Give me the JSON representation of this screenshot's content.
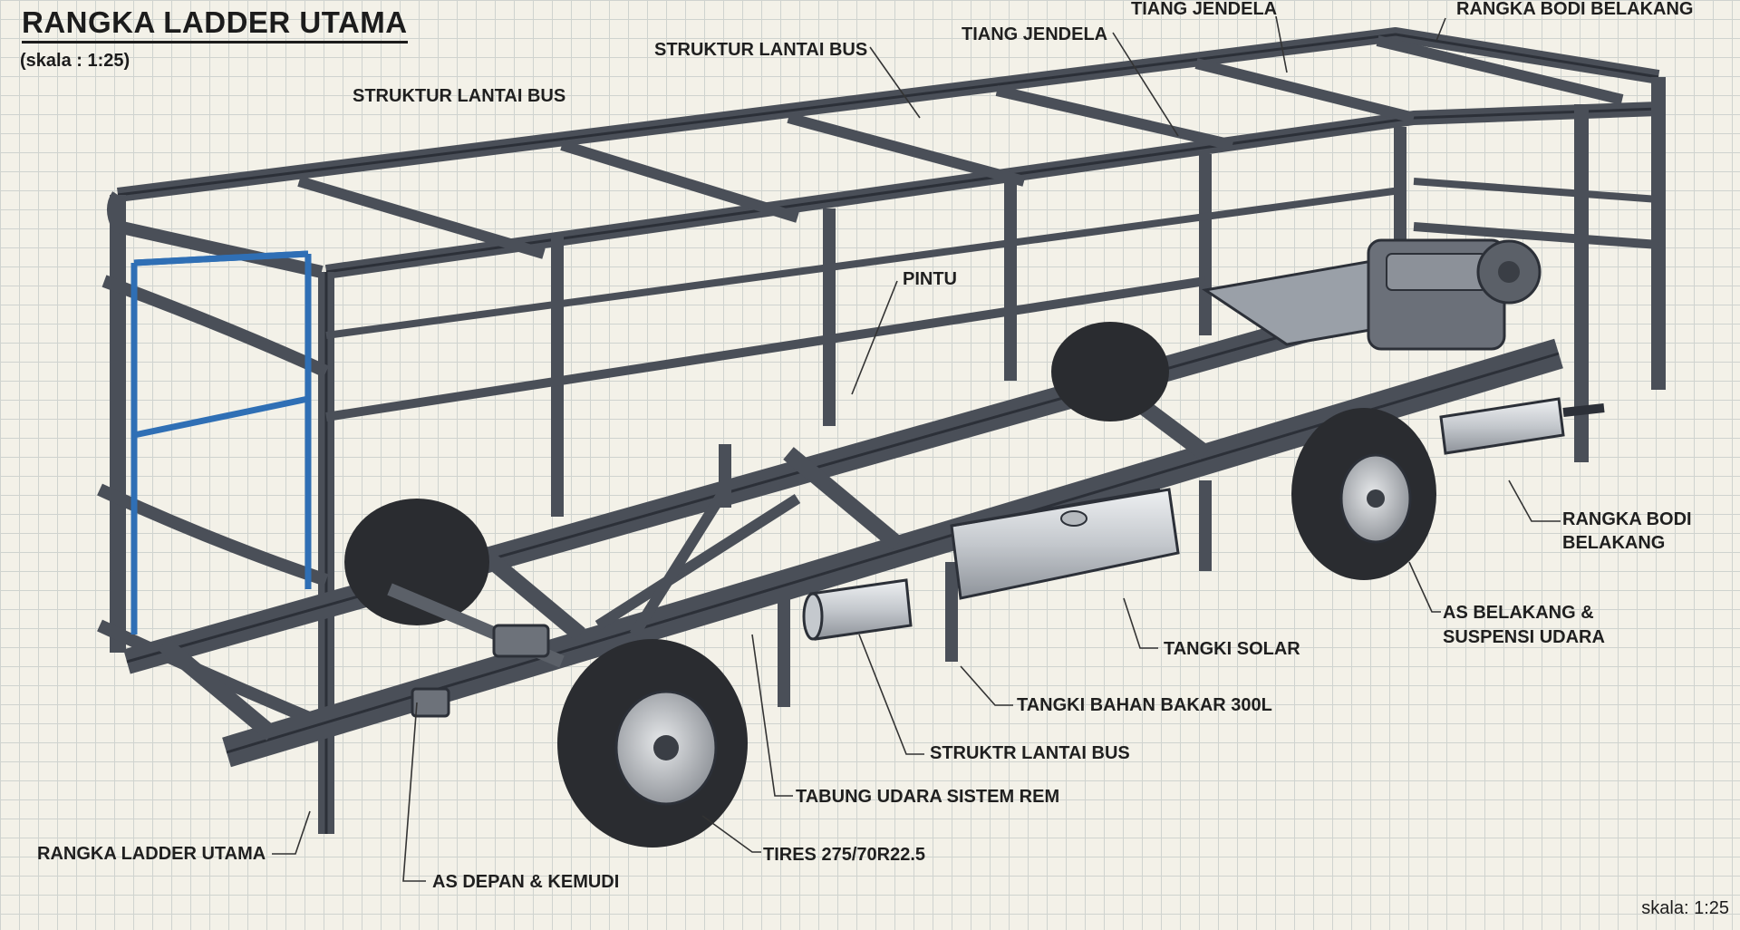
{
  "title": "RANGKA LADDER UTAMA",
  "subtitle": "(skala : 1:25)",
  "scale_note": "skala: 1:25",
  "labels": {
    "struktur_lantai_top_center": "STRUKTUR LANTAI BUS",
    "struktur_lantai_top_left": "STRUKTUR LANTAI BUS",
    "tiang_jendela_1": "TIANG JENDELA",
    "tiang_jendela_2": "TIANG JENDELA",
    "rangka_bodi_belakang_top": "RANGKA BODI BELAKANG",
    "pintu": "PINTU",
    "rangka_bodi_belakang_right_1": "RANGKA BODI",
    "rangka_bodi_belakang_right_2": "BELAKANG",
    "as_belakang_1": "AS BELAKANG &",
    "as_belakang_2": "SUSPENSI UDARA",
    "tangki_solar": "TANGKI SOLAR",
    "tangki_bahan_bakar": "TANGKI BAHAN BAKAR 300L",
    "struktr_lantai": "STRUKTR LANTAI BUS",
    "tabung_udara": "TABUNG UDARA SISTEM REM",
    "tires": "TIRES 275/70R22.5",
    "rangka_ladder_utama": "RANGKA LADDER UTAMA",
    "as_depan": "AS DEPAN & KEMUDI"
  },
  "colors": {
    "frame": "#4a4f58",
    "frame_dark": "#2c3038",
    "accent_frame": "#2f6fb5",
    "tank": "#c9ccd1",
    "tire": "#2a2c30"
  }
}
